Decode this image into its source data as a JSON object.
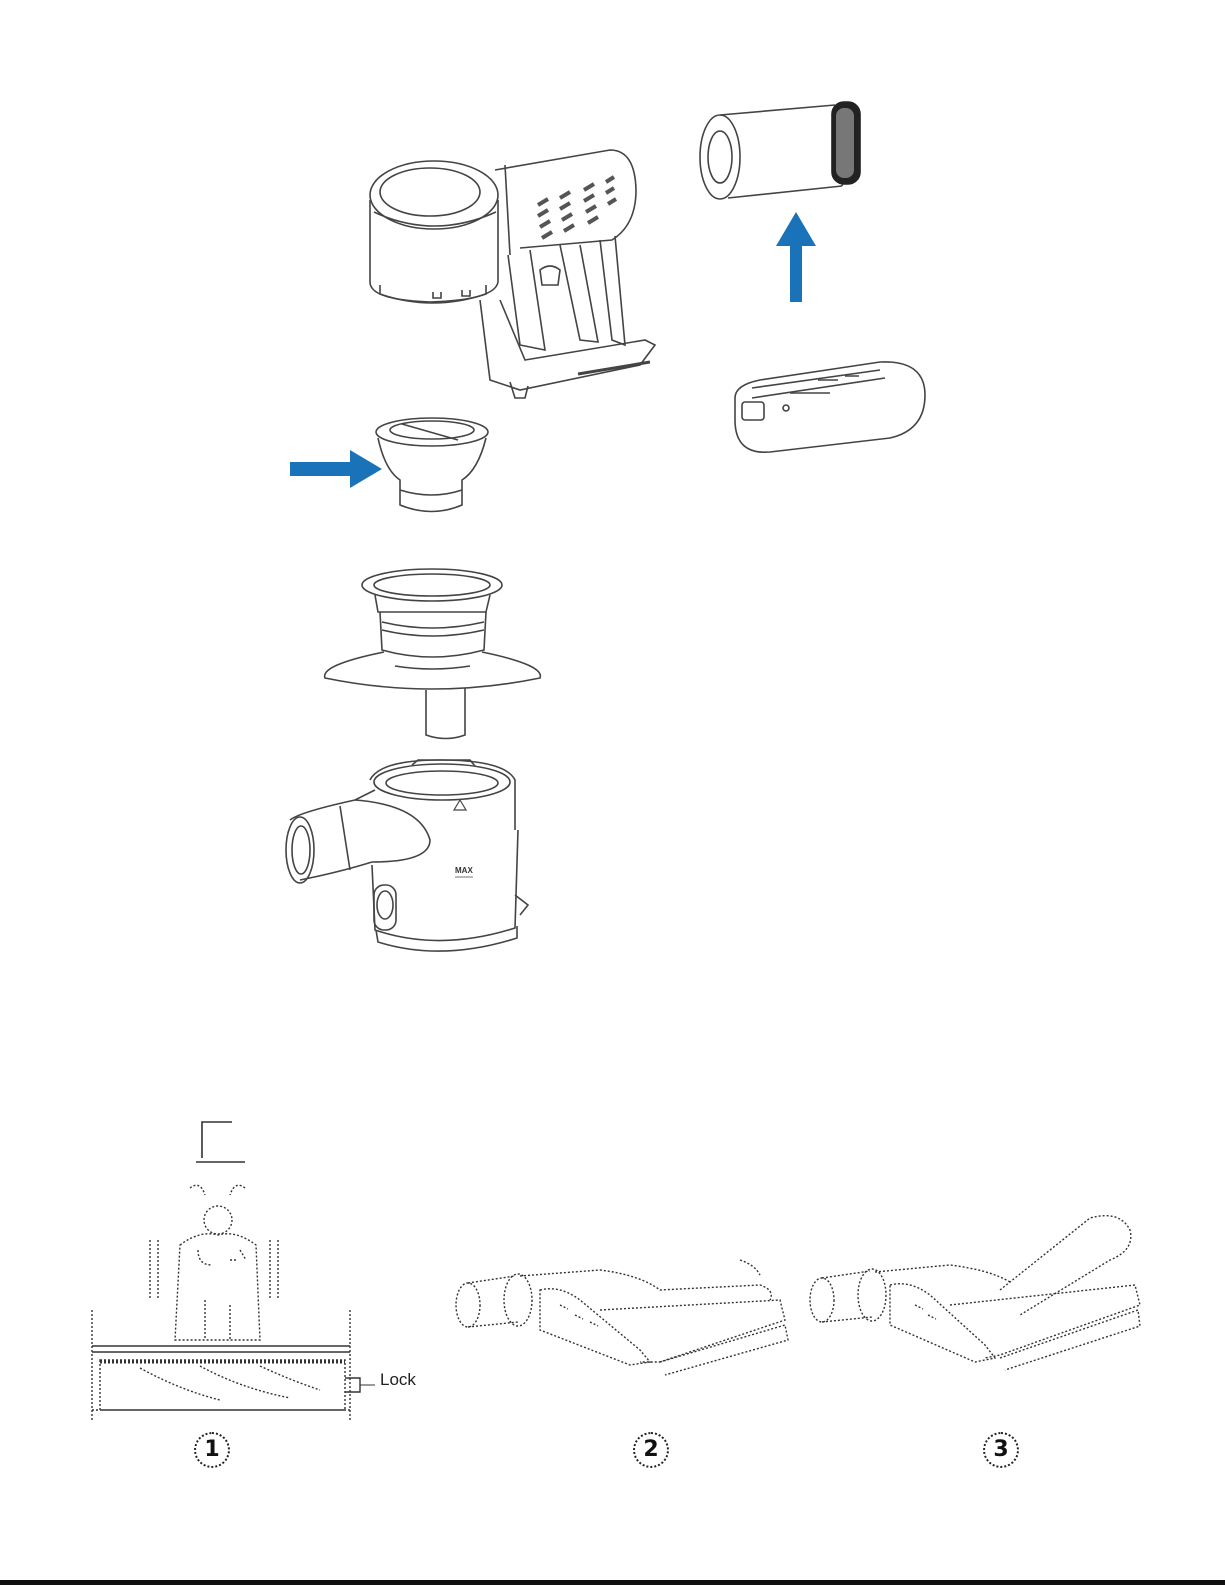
{
  "colors": {
    "arrow": "#1a73b8",
    "line": "#444444"
  },
  "top_figure": {
    "max_mark": "MAX",
    "icons": [
      "vacuum-main-body-icon",
      "hepa-filter-icon",
      "battery-pack-icon",
      "cone-filter-icon",
      "cyclone-filter-icon",
      "dust-bin-icon"
    ]
  },
  "bottom_figure": {
    "lock_label": "Lock",
    "steps": [
      "1",
      "2",
      "3"
    ]
  }
}
